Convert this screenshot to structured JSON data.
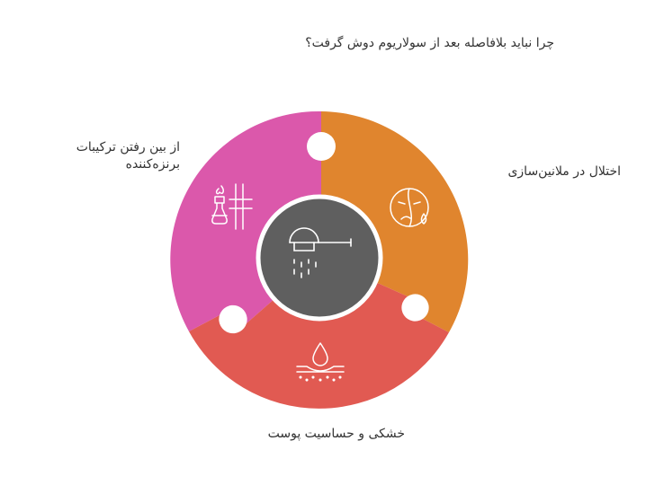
{
  "title": "چرا نباید بلافاصله بعد از سولاریوم دوش گرفت؟",
  "center": {
    "icon": "shower-icon",
    "color": "#5f5f5f"
  },
  "segments": [
    {
      "id": "bronzing",
      "label_line1": "از بین رفتن ترکیبات",
      "label_line2": "برنزه‌کننده",
      "color": "#db58ab",
      "icon": "lab-flask-icon"
    },
    {
      "id": "melanin",
      "label": "اختلال در ملانین‌سازی",
      "color": "#e0852e",
      "icon": "sad-face-tear-icon"
    },
    {
      "id": "skin",
      "label": "خشکی و حساسیت پوست",
      "color": "#e15a52",
      "icon": "skin-drop-icon"
    }
  ]
}
